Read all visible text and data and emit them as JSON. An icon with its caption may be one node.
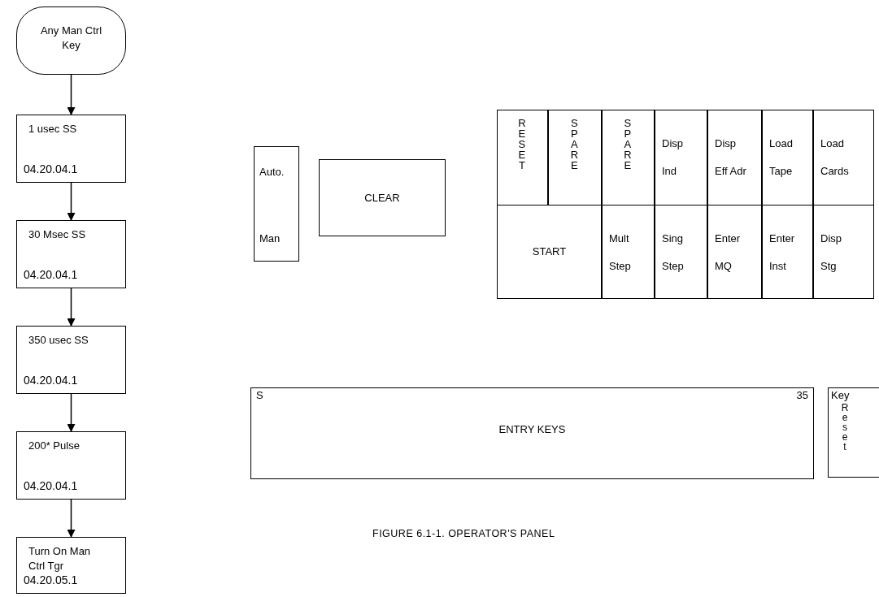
{
  "diagram": {
    "caption": "FIGURE 6.1-1. OPERATOR'S PANEL",
    "nodes": [
      {
        "text": [
          "Any Man Ctrl Key"
        ]
      },
      {
        "text": [
          "1 usec SS",
          "04.20.04.1"
        ]
      },
      {
        "text": [
          "30 Msec SS",
          "04.20.04.1"
        ]
      },
      {
        "text": [
          "350 usec SS",
          "04.20.04.1"
        ]
      },
      {
        "text": [
          "200* Pulse",
          "04.20.04.1"
        ]
      },
      {
        "text": [
          "Turn On Man Ctrl Tgr",
          "04.20.05.1"
        ]
      },
      {
        "text": [
          "Auto.",
          "Man"
        ]
      },
      {
        "text": [
          "CLEAR"
        ]
      },
      {
        "text": [
          "RESET"
        ]
      },
      {
        "text": [
          "SPARE"
        ]
      },
      {
        "text": [
          "SPARE"
        ]
      },
      {
        "text": [
          "Disp Ind"
        ]
      },
      {
        "text": [
          "Disp Eff Adr"
        ]
      },
      {
        "text": [
          "Load Tape"
        ]
      },
      {
        "text": [
          "Load Cards"
        ]
      },
      {
        "text": [
          "START"
        ]
      },
      {
        "text": [
          "Mult Step"
        ]
      },
      {
        "text": [
          "Sing Step"
        ]
      },
      {
        "text": [
          "Enter MQ"
        ]
      },
      {
        "text": [
          "Enter Inst"
        ]
      },
      {
        "text": [
          "Disp Stg"
        ]
      },
      {
        "text": [
          "S",
          "35",
          "ENTRY KEYS"
        ]
      },
      {
        "text": [
          "Key",
          "Reset"
        ]
      }
    ],
    "edges": [
      {
        "from": 0,
        "to": 1,
        "arrow": "to"
      },
      {
        "from": 1,
        "to": 2,
        "arrow": "to"
      },
      {
        "from": 2,
        "to": 3,
        "arrow": "to"
      },
      {
        "from": 3,
        "to": 4,
        "arrow": "to"
      },
      {
        "from": 4,
        "to": 5,
        "arrow": "to"
      }
    ]
  }
}
